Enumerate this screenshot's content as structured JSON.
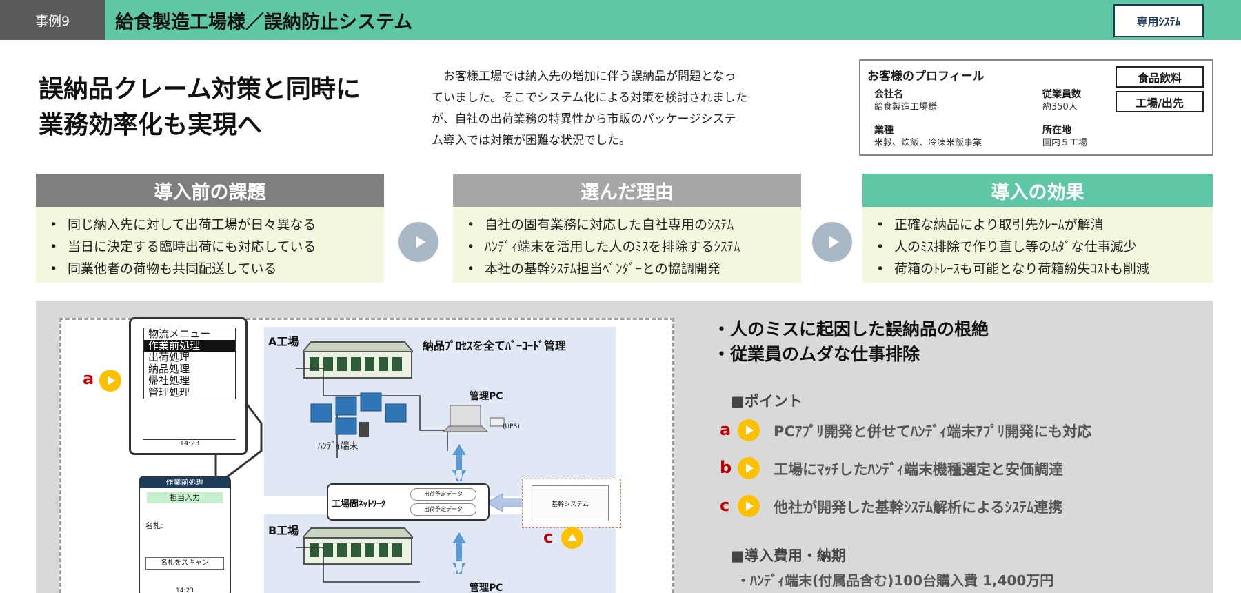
{
  "header": {
    "case_tag": "事例9",
    "title": "給食製造工場様／誤納防止システム",
    "badge": "専用ｼｽﾃﾑ"
  },
  "headline": {
    "line1": "誤納品クレーム対策と同時に",
    "line2": "業務効率化も実現へ"
  },
  "intro": [
    "お客様工場では納入先の増加に伴う誤納品が問題となっ",
    "ていました。そこでシステム化による対策を検討されました",
    "が、自社の出荷業務の特異性から市販のパッケージシステ",
    "ム導入では対策が困難な状況でした。"
  ],
  "profile": {
    "title": "お客様のプロフィール",
    "company_label": "会社名",
    "company_value": "給食製造工場様",
    "employees_label": "従業員数",
    "employees_value": "約350人",
    "industry_label": "業種",
    "industry_value": "米穀、炊飯、冷凍米飯事業",
    "location_label": "所在地",
    "location_value": "国内５工場",
    "tag1": "食品飲料",
    "tag2": "工場/出先"
  },
  "columns": [
    {
      "title": "導入前の課題",
      "items": [
        "同じ納入先に対して出荷工場が日々異なる",
        "当日に決定する臨時出荷にも対応している",
        "同業他者の荷物も共同配送している"
      ]
    },
    {
      "title": "選んだ理由",
      "items": [
        "自社の固有業務に対応した自社専用のｼｽﾃﾑ",
        "ﾊﾝﾃﾞｨ端末を活用した人のﾐｽを排除するｼｽﾃﾑ",
        "本社の基幹ｼｽﾃﾑ担当ﾍﾞﾝﾀﾞｰとの協調開発"
      ]
    },
    {
      "title": "導入の効果",
      "items": [
        "正確な納品により取引先ｸﾚｰﾑが解消",
        "人のﾐｽ排除で作り直し等のﾑﾀﾞな仕事減少",
        "荷箱のﾄﾚｰｽも可能となり荷箱紛失ｺｽﾄも削減"
      ]
    }
  ],
  "colors": {
    "header_green": "#5ec7a5",
    "header_tag_gray": "#5a5a5a",
    "col_gray": "#7f7f7f",
    "col_light_gray": "#a6a6a6",
    "col_green": "#5ec7a5",
    "col_body": "#f1f8dd",
    "marker_yellow": "#ffc000",
    "marker_letter_red": "#c00000"
  },
  "diagram": {
    "factory_a": "A工場",
    "factory_b": "B工場",
    "caption": "納品ﾌﾟﾛｾｽを全てﾊﾞｰｺｰﾄﾞ管理",
    "pc_label": "管理PC",
    "ups_label": "(UPS)",
    "handy_label": "ﾊﾝﾃﾞｨ端末",
    "network_label": "工場間ﾈｯﾄﾜｰｸ",
    "data1": "出荷予定データ",
    "data2": "出荷予定データ",
    "core_system": "基幹システム",
    "phone_menu": [
      "物流メニュー",
      "作業前処理",
      "出荷処理",
      "納品処理",
      "帰社処理",
      "管理処理"
    ],
    "phone_time": "14:23",
    "phone2_title": "作業前処理",
    "phone2_sub": "担当入力",
    "phone2_field": "名札:",
    "phone2_button": "名札をスキャン",
    "phone2_time": "14:23",
    "marker_a": "a",
    "marker_c": "c"
  },
  "right": {
    "bullet1": "・人のミスに起因した誤納品の根絶",
    "bullet2": "・従業員のムダな仕事排除",
    "point_heading": "■ポイント",
    "points": [
      {
        "letter": "a",
        "text": "PCｱﾌﾟﾘ開発と併せてﾊﾝﾃﾞｨ端末ｱﾌﾟﾘ開発にも対応"
      },
      {
        "letter": "b",
        "text": "工場にﾏｯﾁしたﾊﾝﾃﾞｨ端末機種選定と安価調達"
      },
      {
        "letter": "c",
        "text": "他社が開発した基幹ｼｽﾃﾑ解析によるｼｽﾃﾑ連携"
      }
    ],
    "cost_heading": "■導入費用・納期",
    "cost_line": "・ﾊﾝﾃﾞｨ端末(付属品含む)100台購入費 1,400万円"
  }
}
